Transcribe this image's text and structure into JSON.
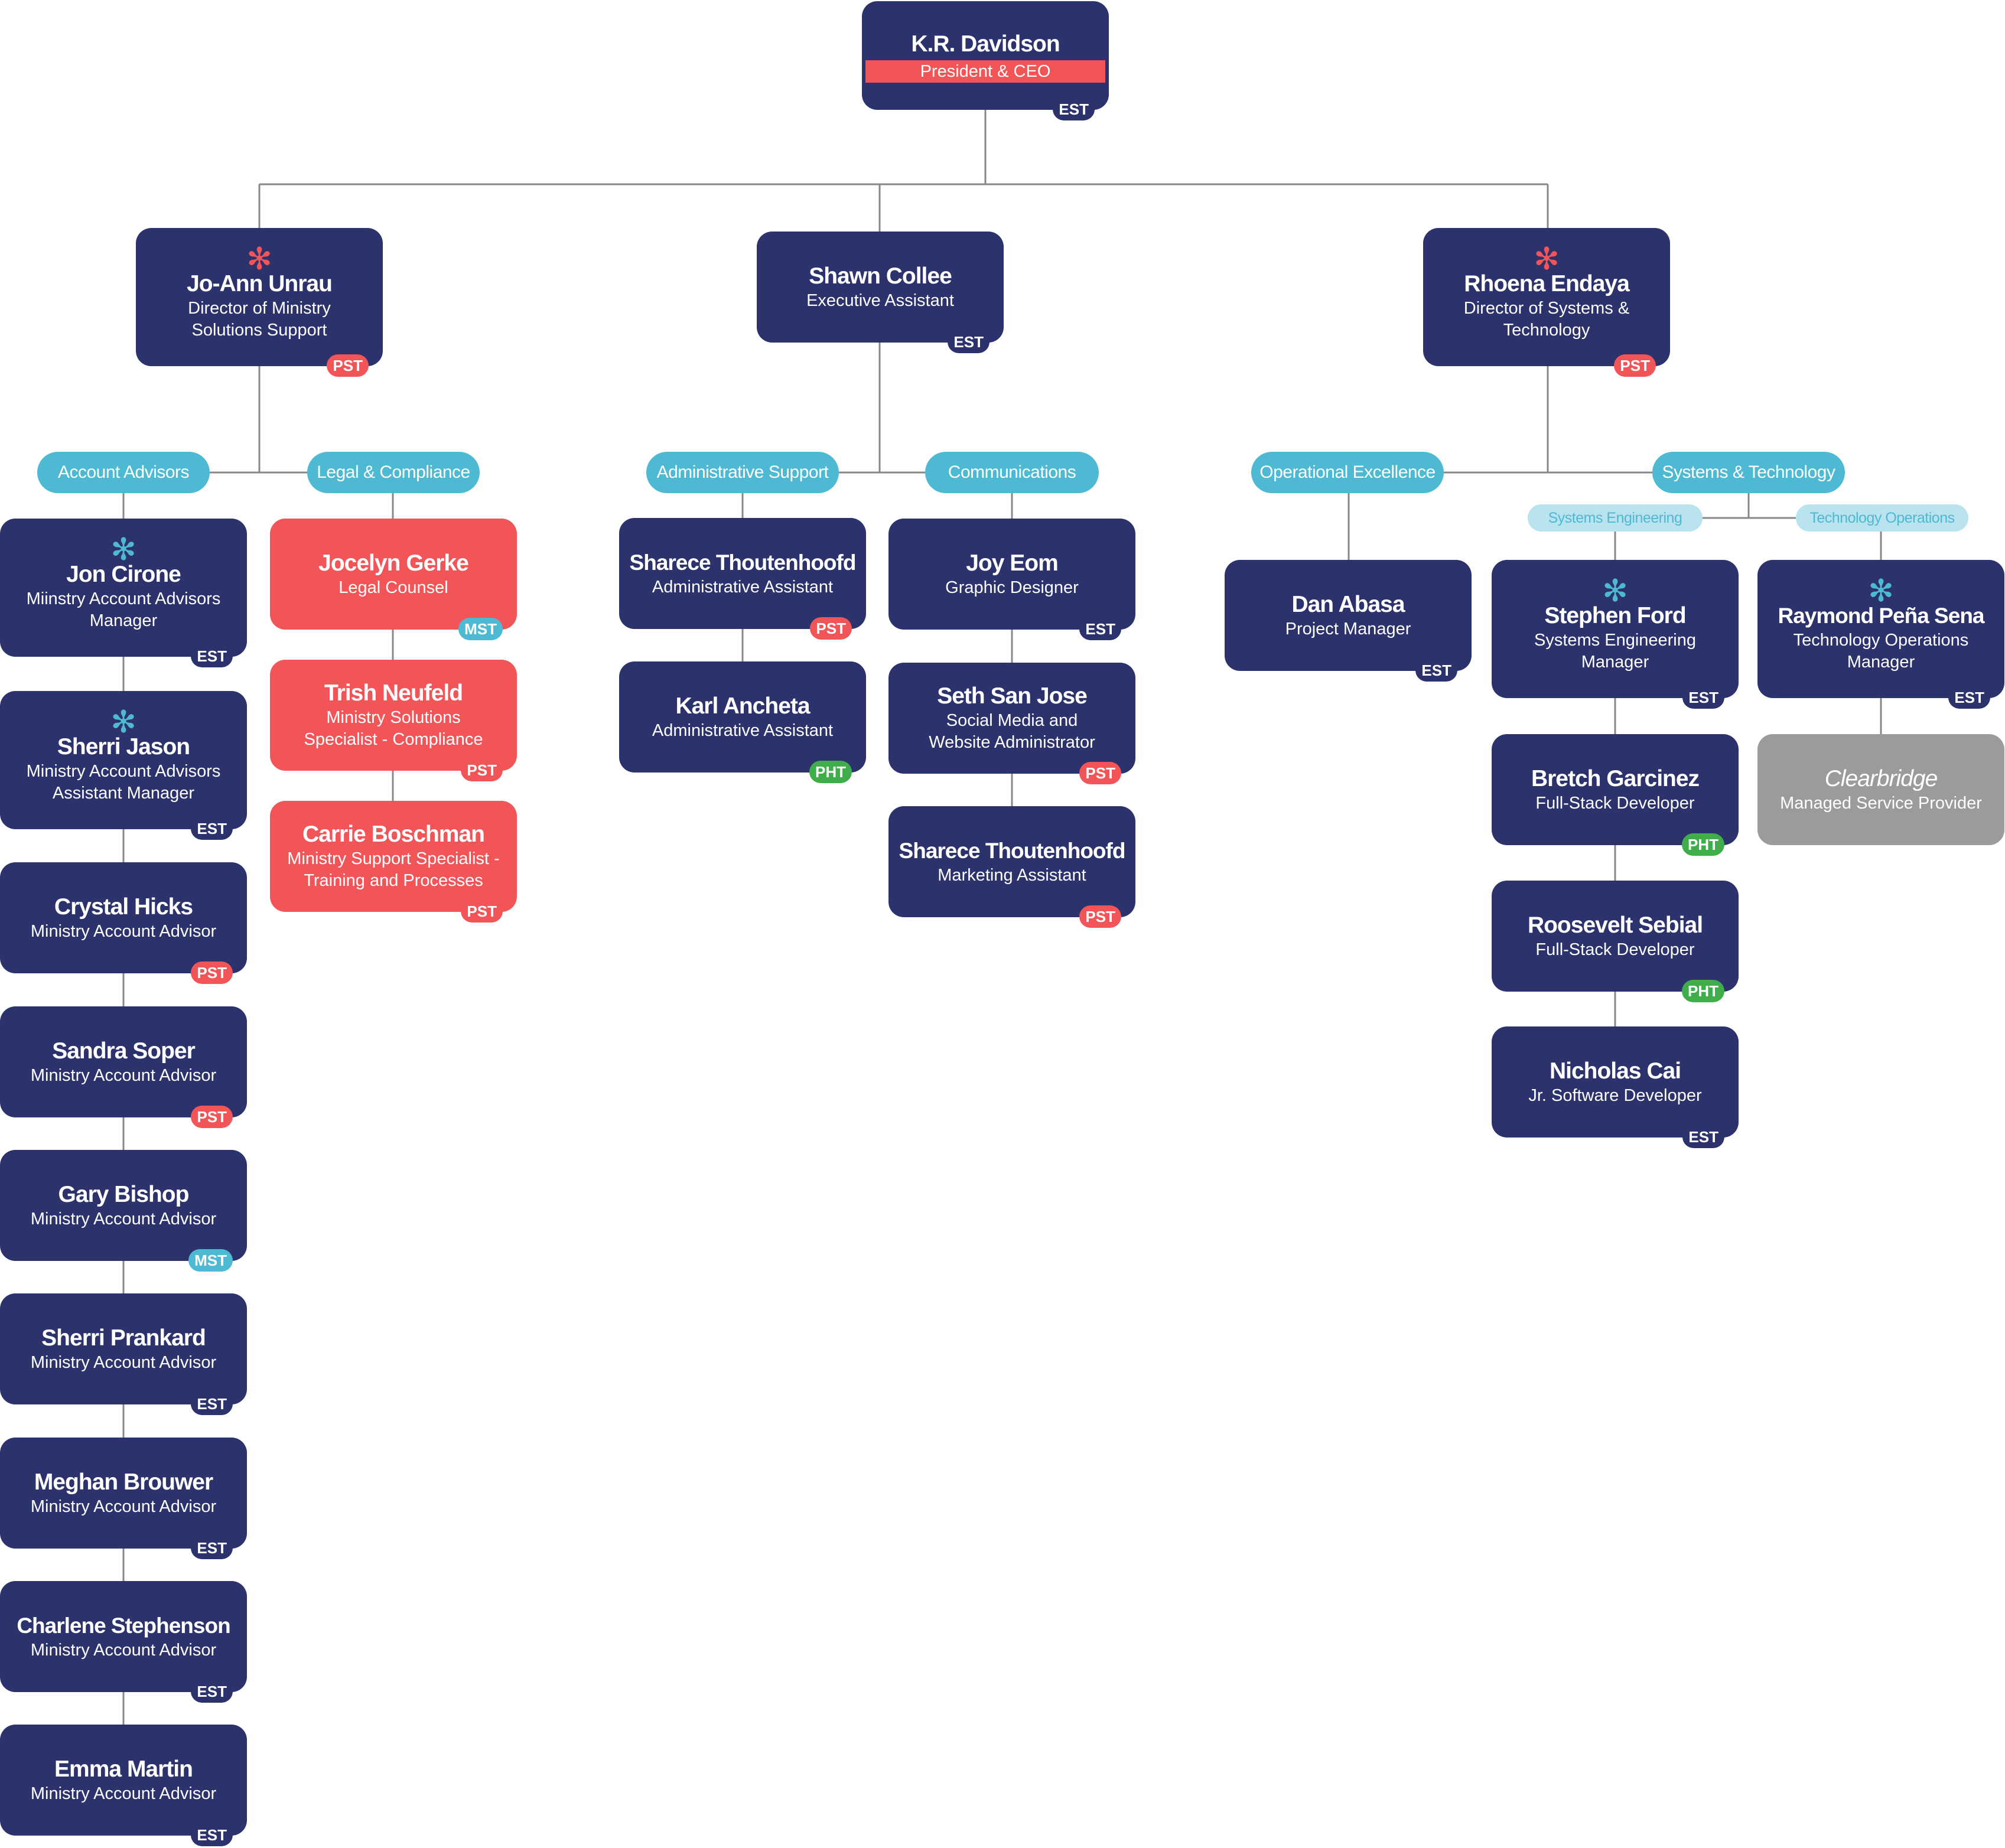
{
  "ceo": {
    "name": "K.R. Davidson",
    "title": "President & CEO",
    "tz": "EST"
  },
  "directors": {
    "unrau": {
      "name": "Jo-Ann Unrau",
      "title": "Director of Ministry Solutions Support",
      "tz": "PST"
    },
    "collee": {
      "name": "Shawn Collee",
      "title": "Executive Assistant",
      "tz": "EST"
    },
    "endaya": {
      "name": "Rhoena Endaya",
      "title": "Director of Systems & Technology",
      "tz": "PST"
    }
  },
  "groups": {
    "account_advisors": "Account Advisors",
    "legal_compliance": "Legal & Compliance",
    "admin_support": "Administrative Support",
    "communications": "Communications",
    "operational_excellence": "Operational Excellence",
    "systems_technology": "Systems & Technology",
    "systems_engineering": "Systems Engineering",
    "technology_operations": "Technology Operations"
  },
  "account_advisors": [
    {
      "name": "Jon Cirone",
      "title": "Miinstry Account Advisors Manager",
      "tz": "EST"
    },
    {
      "name": "Sherri Jason",
      "title": "Ministry Account Advisors Assistant Manager",
      "tz": "EST"
    },
    {
      "name": "Crystal Hicks",
      "title": "Ministry Account Advisor",
      "tz": "PST"
    },
    {
      "name": "Sandra Soper",
      "title": "Ministry Account Advisor",
      "tz": "PST"
    },
    {
      "name": "Gary Bishop",
      "title": "Ministry Account Advisor",
      "tz": "MST"
    },
    {
      "name": "Sherri Prankard",
      "title": "Ministry Account Advisor",
      "tz": "EST"
    },
    {
      "name": "Meghan Brouwer",
      "title": "Ministry Account Advisor",
      "tz": "EST"
    },
    {
      "name": "Charlene Stephenson",
      "title": "Ministry Account Advisor",
      "tz": "EST"
    },
    {
      "name": "Emma Martin",
      "title": "Ministry Account Advisor",
      "tz": "EST"
    }
  ],
  "legal": [
    {
      "name": "Jocelyn Gerke",
      "title": "Legal Counsel",
      "tz": "MST"
    },
    {
      "name": "Trish Neufeld",
      "title": "Ministry Solutions Specialist - Compliance",
      "tz": "PST"
    },
    {
      "name": "Carrie Boschman",
      "title": "Ministry Support Specialist - Training and Processes",
      "tz": "PST"
    }
  ],
  "admin": [
    {
      "name": "Sharece Thoutenhoofd",
      "title": "Administrative Assistant",
      "tz": "PST"
    },
    {
      "name": "Karl Ancheta",
      "title": "Administrative Assistant",
      "tz": "PHT"
    }
  ],
  "comms": [
    {
      "name": "Joy Eom",
      "title": "Graphic Designer",
      "tz": "EST"
    },
    {
      "name": "Seth San Jose",
      "title": "Social Media and Website Administrator",
      "tz": "PST"
    },
    {
      "name": "Sharece Thoutenhoofd",
      "title": "Marketing Assistant",
      "tz": "PST"
    }
  ],
  "opex": [
    {
      "name": "Dan Abasa",
      "title": "Project Manager",
      "tz": "EST"
    }
  ],
  "syseng": [
    {
      "name": "Stephen Ford",
      "title": "Systems Engineering Manager",
      "tz": "EST"
    },
    {
      "name": "Bretch Garcinez",
      "title": "Full-Stack Developer",
      "tz": "PHT"
    },
    {
      "name": "Roosevelt Sebial",
      "title": "Full-Stack Developer",
      "tz": "PHT"
    },
    {
      "name": "Nicholas Cai",
      "title": "Jr. Software Developer",
      "tz": "EST"
    }
  ],
  "techops": [
    {
      "name": "Raymond Peña Sena",
      "title": "Technology Operations Manager",
      "tz": "EST"
    },
    {
      "name": "Clearbridge",
      "title": "Managed Service Provider"
    }
  ],
  "colors": {
    "navy": "#2b326c",
    "red": "#f25558",
    "teal": "#4eb9d2",
    "light_teal": "#b9e3ef",
    "green": "#3fae4a",
    "grey": "#9b9b9b",
    "line": "#888888"
  }
}
